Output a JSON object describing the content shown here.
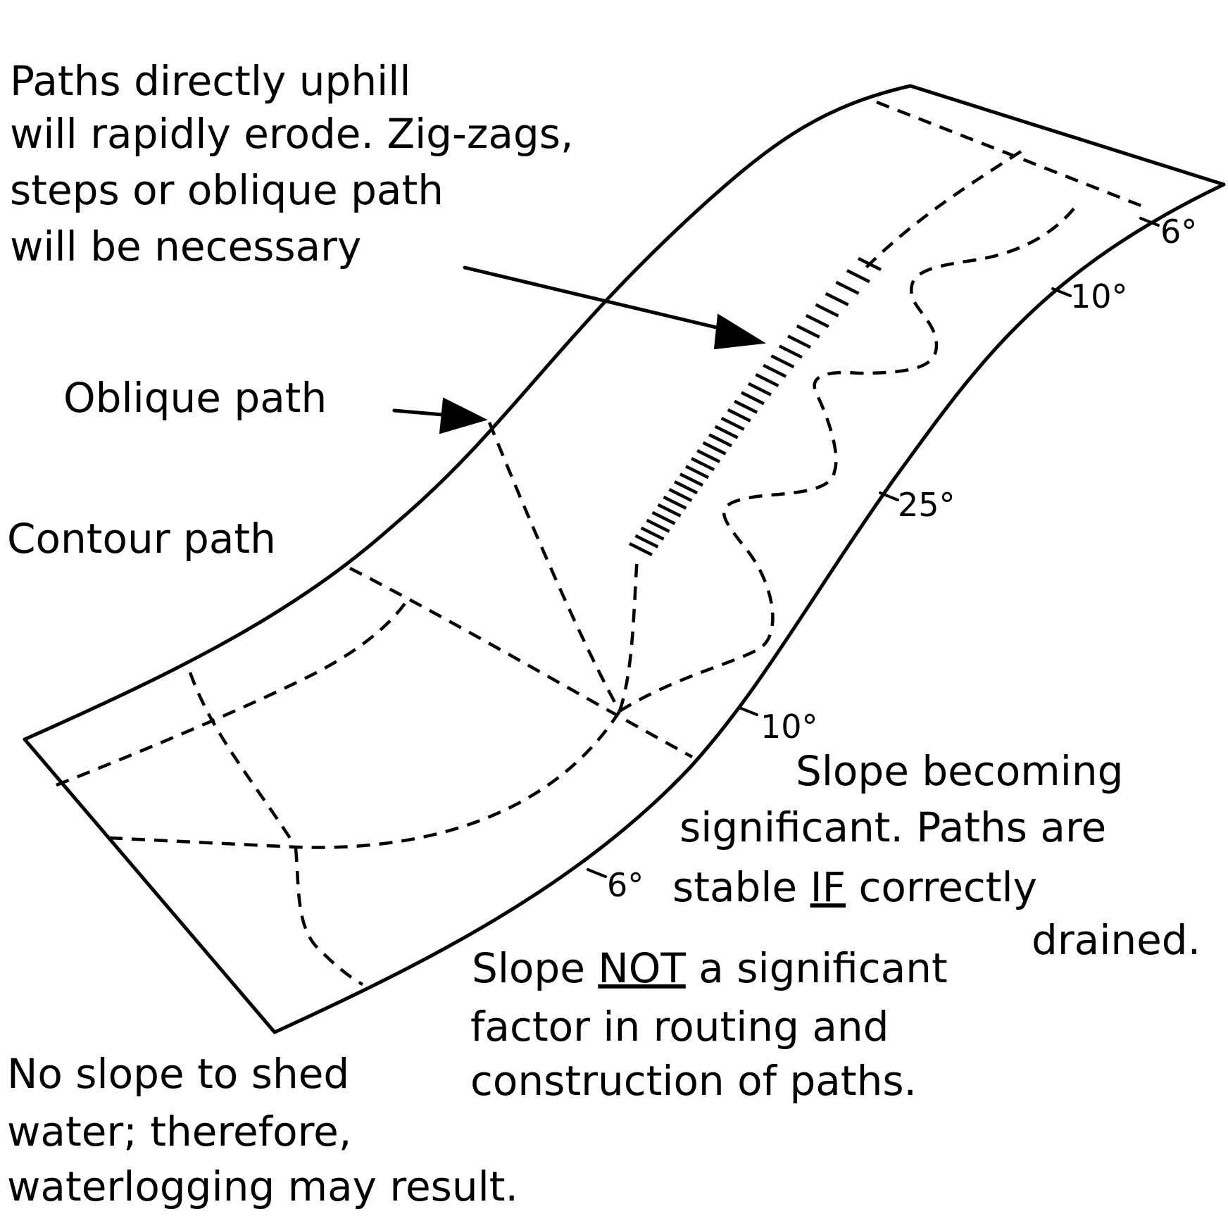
{
  "annotations": {
    "uphill": [
      "Paths directly uphill",
      "will rapidly erode. Zig-zags,",
      "steps or oblique path",
      "will be necessary"
    ],
    "oblique": "Oblique path",
    "contour": "Contour path",
    "significant": {
      "line1": "Slope becoming",
      "line2": "significant. Paths are",
      "line3_before": "stable ",
      "line3_emph": "IF",
      "line3_after": " correctly",
      "line4": "drained."
    },
    "not_significant": {
      "line1_before": "Slope ",
      "line1_emph": "NOT",
      "line1_after": " a significant",
      "line2": "factor in routing and",
      "line3": "construction of paths."
    },
    "no_slope": [
      "No slope to shed",
      "water; therefore,",
      "waterlogging may result."
    ]
  },
  "slope_angles": [
    "6°",
    "10°",
    "25°",
    "10°",
    "6°"
  ]
}
